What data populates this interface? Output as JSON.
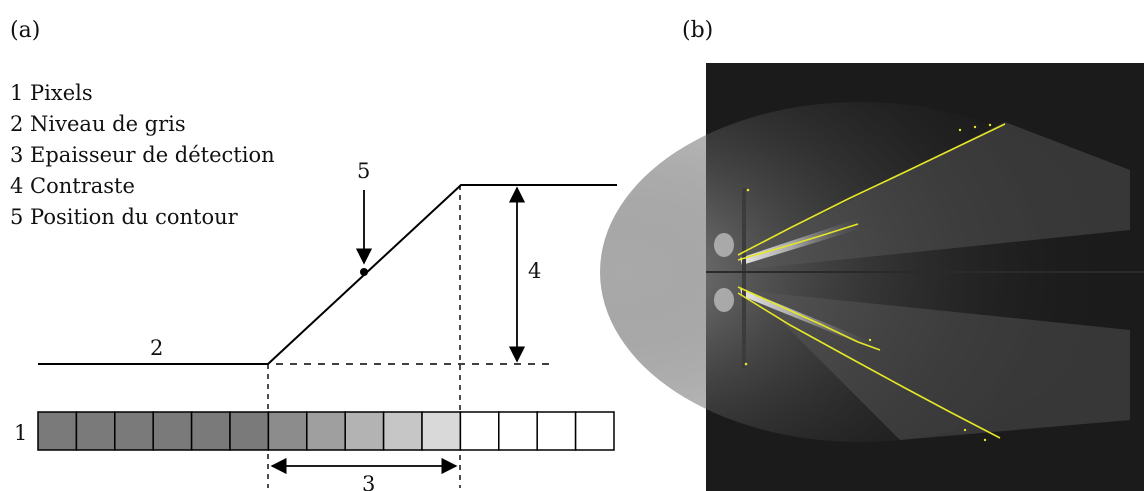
{
  "panel_a": {
    "label": "(a)",
    "legend": [
      "1 Pixels",
      "2 Niveau de gris",
      "3 Epaisseur de détection",
      "4 Contraste",
      "5 Position du contour"
    ],
    "callouts": {
      "pixels": "1",
      "gray_level": "2",
      "detection_thickness": "3",
      "contrast": "4",
      "contour_position": "5"
    },
    "pixel_row": {
      "dark_count": 6,
      "ramp_count": 5,
      "white_count": 4,
      "dark_color": "#7a7a7a",
      "ramp_start_color": "#8c8c8c",
      "ramp_end_color": "#d9d9d9",
      "white_color": "#ffffff"
    }
  },
  "panel_b": {
    "label": "(b)",
    "image_description_icon": "spray-image",
    "contour_color": "#e6e629",
    "background_color": "#1b1b1b"
  }
}
